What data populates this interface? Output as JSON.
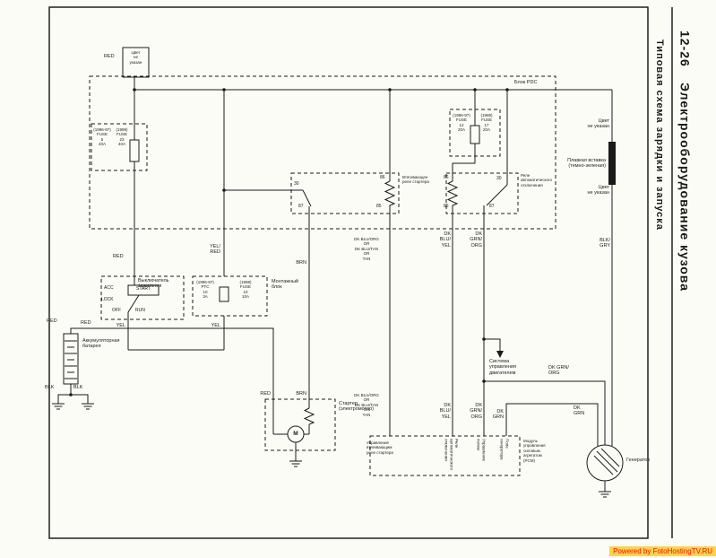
{
  "sidebar": {
    "page_ref": "12-26",
    "chapter": "Электрооборудование кузова",
    "subtitle": "Типовая схема зарядки и запуска"
  },
  "watermark": "Powered by FotoHostingTV.RU",
  "colors": {
    "ink": "#1a1a1a",
    "paper": "#fcfcf7",
    "watermark_bg": "#ffd24a",
    "watermark_text": "#e8140c"
  },
  "top_connector": {
    "note": "Цвет\nне\nуказан"
  },
  "pdc": {
    "title": "Блок PDC",
    "fuse_left_a": "(1996-97)\nFUSE\n5\n40A",
    "fuse_left_b": "(1998)\nFUSE\n23\n40A",
    "fuse_right_a": "(1996-97)\nFUSE\n12\n20A",
    "fuse_right_b": "(1998)\nFUSE\n17\n20A",
    "relay_starter": "Втягивающее\nреле стартера",
    "relay_asd": "Реле\nавтоматического\nотключения"
  },
  "pins": {
    "30": "30",
    "85": "85",
    "86": "86",
    "87": "87"
  },
  "wires": {
    "red": "RED",
    "yel": "YEL",
    "yel_red": "YEL/\nRED",
    "brn": "BRN",
    "blk": "BLK",
    "blk_gry": "BLK/\nGRY",
    "dk_blu_yel": "DK\nBLU/\nYEL",
    "dk_grn_org_v": "DK\nGRN/\nORG",
    "dk_grn_org_h": "DK GRN/\nORG",
    "dk_grn": "DK\nGRN",
    "dk_blu_alt": "DK BLU/ORG\nOR\nDK BLU/TAN\nOR\nTAN"
  },
  "ignition": {
    "title": "Выключатель\nзажигания",
    "acc": "ACC",
    "start": "START",
    "lock": "LOCK",
    "off": "OFF",
    "run": "RUN"
  },
  "fusebox": {
    "a": "(1996-97)\nPTC\n10\n3A",
    "b": "(1998)\nFUSE\n10\n10A",
    "title": "Монтажный\nблок"
  },
  "battery": {
    "title": "Аккумуляторная\nбатарея"
  },
  "starter": {
    "title": "Стартер\n(электромотор)",
    "motor": "M"
  },
  "generator": {
    "title": "Генератор"
  },
  "fusible_link": {
    "note_top": "Цвет\nне указан",
    "label": "Плавкая вставка\n(темно-зеленая)",
    "note_bottom": "Цвет\nне указан"
  },
  "engine_control": "Система\nуправления\nдвигателем",
  "pcm": {
    "title": "Модуль\nуправления\nсиловым\nагрегатом\n(PCM)",
    "in_starter_relay": "Управление\nвтягивающим\nреле стартера",
    "in_asd": "Реле\nавтоматического\nотключения",
    "in_field_ctrl": "Управление\nполем",
    "in_field": "Поле\nгенератора"
  }
}
